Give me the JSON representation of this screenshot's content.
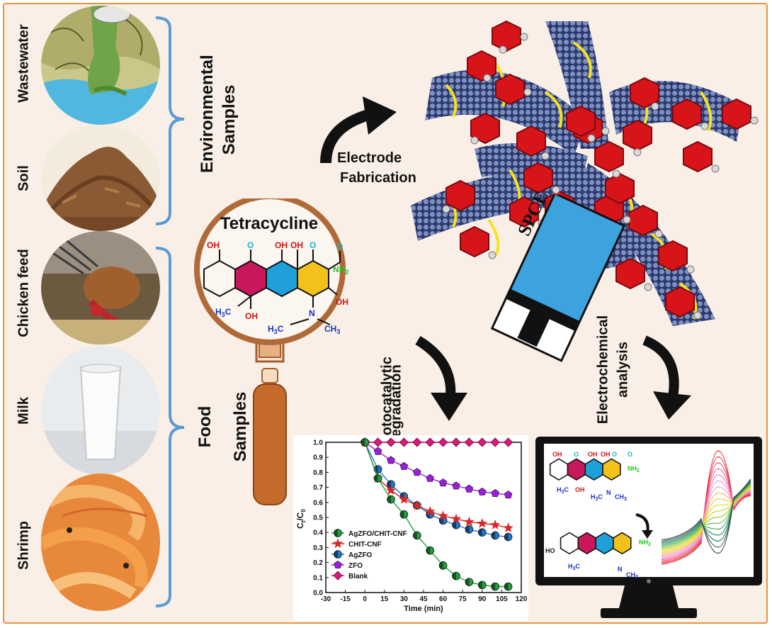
{
  "samples": [
    {
      "label": "Wastewater",
      "icon": "wastewater-icon"
    },
    {
      "label": "Soil",
      "icon": "soil-icon"
    },
    {
      "label": "Chicken feed",
      "icon": "chicken-feed-icon"
    },
    {
      "label": "Milk",
      "icon": "milk-icon"
    },
    {
      "label": "Shrimp",
      "icon": "shrimp-icon"
    }
  ],
  "groups": {
    "environmental": [
      "Environmental",
      "Samples"
    ],
    "food": [
      "Food",
      "Samples"
    ]
  },
  "molecule": {
    "title": "Tetracycline",
    "atoms": {
      "oh": "OH",
      "o": "O",
      "nh2": "NH",
      "nh2_sub": "2",
      "h3c": "H",
      "h3c_sub": "3",
      "c": "C",
      "n": "N",
      "ch3": "CH",
      "ch3_sub": "3",
      "ho": "HO"
    }
  },
  "steps": {
    "fabrication": [
      "Electrode",
      "Fabrication"
    ],
    "photocatalytic": [
      "Photocatalytic",
      "degradation"
    ],
    "electrochemical": [
      "Electrochemical",
      "analysis"
    ],
    "electrode_label": "SPCE"
  },
  "colors": {
    "frame": "#e8943c",
    "background": "#f9efe6",
    "bracket": "#5b9bd5",
    "ring1": "#c8175a",
    "ring2": "#1fa0d8",
    "ring3": "#f2c21b",
    "nanofiber": "#3f4f86",
    "particle": "#d11d1d",
    "spce": "#3ca3de"
  },
  "chart_data": {
    "type": "line",
    "xlabel": "Time (min)",
    "ylabel_main": "C",
    "ylabel_t": "t",
    "ylabel_0": "0",
    "xlim": [
      -30,
      120
    ],
    "ylim": [
      0.0,
      1.0
    ],
    "xticks": [
      -30,
      -15,
      0,
      15,
      30,
      45,
      60,
      75,
      90,
      105,
      120
    ],
    "yticks": [
      "0.0",
      "0.1",
      "0.2",
      "0.3",
      "0.4",
      "0.5",
      "0.6",
      "0.7",
      "0.8",
      "0.9",
      "1.0"
    ],
    "x": [
      0,
      10,
      20,
      30,
      40,
      50,
      60,
      70,
      80,
      90,
      100,
      110
    ],
    "legend_position": "bottom-left",
    "series": [
      {
        "name": "AgZFO/CHIT-CNF",
        "color": "#1fa23a",
        "marker": "circle-half",
        "values": [
          1.0,
          0.76,
          0.62,
          0.52,
          0.38,
          0.28,
          0.18,
          0.11,
          0.07,
          0.05,
          0.04,
          0.04
        ]
      },
      {
        "name": "CHIT-CNF",
        "color": "#d62728",
        "marker": "star",
        "values": [
          1.0,
          0.76,
          0.68,
          0.62,
          0.58,
          0.54,
          0.51,
          0.49,
          0.47,
          0.46,
          0.45,
          0.43
        ]
      },
      {
        "name": "AgZFO",
        "color": "#1f77d4",
        "marker": "circle-half",
        "values": [
          1.0,
          0.82,
          0.72,
          0.64,
          0.58,
          0.52,
          0.48,
          0.45,
          0.42,
          0.4,
          0.38,
          0.37
        ]
      },
      {
        "name": "ZFO",
        "color": "#9b1fd8",
        "marker": "pentagon-half",
        "values": [
          1.0,
          0.94,
          0.88,
          0.84,
          0.8,
          0.76,
          0.73,
          0.71,
          0.69,
          0.67,
          0.66,
          0.65
        ]
      },
      {
        "name": "Blank",
        "color": "#e0167a",
        "marker": "diamond-half",
        "values": [
          1.0,
          1.0,
          1.0,
          1.0,
          1.0,
          1.0,
          1.0,
          1.0,
          1.0,
          1.0,
          1.0,
          1.0
        ]
      }
    ]
  }
}
